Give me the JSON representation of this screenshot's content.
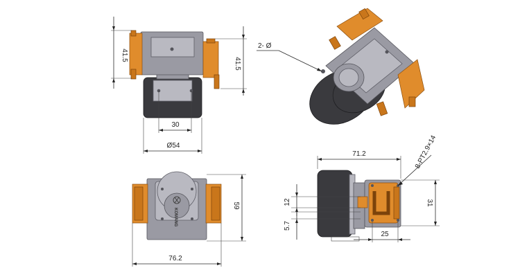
{
  "dimensions": {
    "front_height_left": "41.5",
    "front_height_right": "41.5",
    "spacing_30": "30",
    "diameter": "Ø54",
    "iso_callout": "2- Ø",
    "side_length": "71.2",
    "port_callout": "8-PT2.9×14",
    "side_dim_12": "12",
    "side_dim_5_7": "5.7",
    "side_dim_31": "31",
    "side_dim_25": "25",
    "bottom_height": "59",
    "bottom_width": "76.2"
  },
  "label_text": {
    "brand_mark": "KOMANG"
  },
  "colors": {
    "body": "#9a9aa3",
    "fitting": "#e08c2c",
    "motor": "#3a3a3e"
  }
}
